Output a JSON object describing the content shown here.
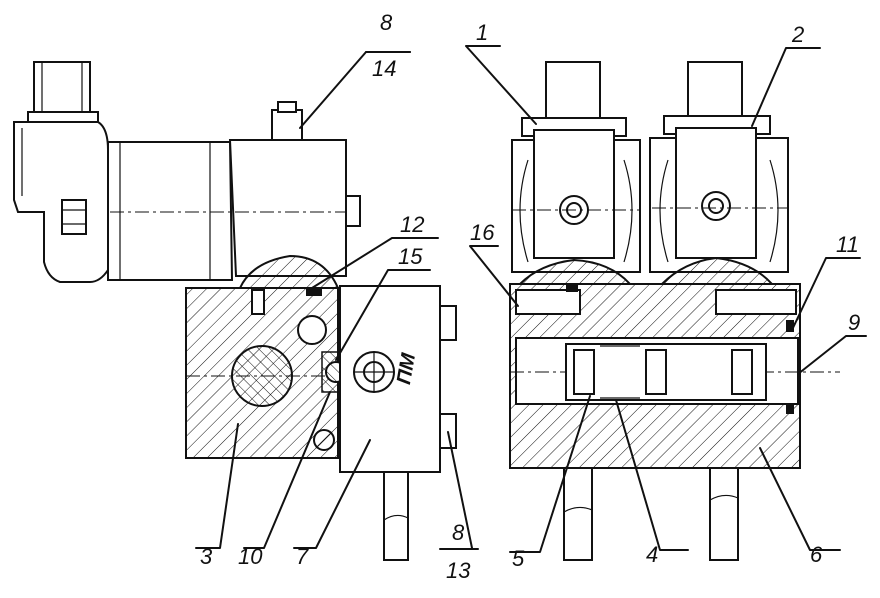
{
  "labels": {
    "l1": "1",
    "l2": "2",
    "l3": "3",
    "l4": "4",
    "l5": "5",
    "l6": "6",
    "l7": "7",
    "l9": "9",
    "l10": "10",
    "l11": "11",
    "l12": "12",
    "l15": "15",
    "l16": "16",
    "frac_top_num": "8",
    "frac_top_den": "14",
    "frac_bot_num": "8",
    "frac_bot_den": "13"
  },
  "block_marking": "ПМ"
}
